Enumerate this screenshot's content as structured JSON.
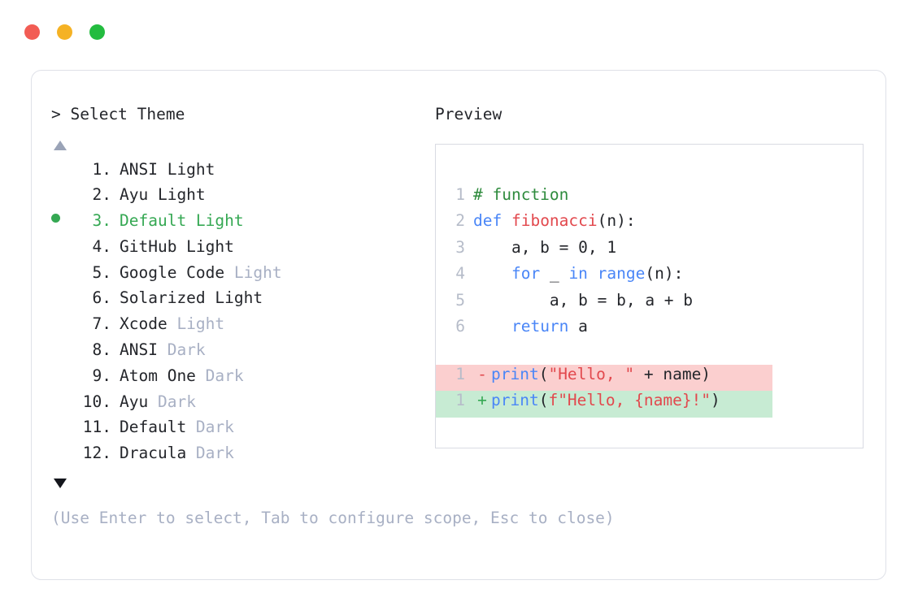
{
  "window": {
    "traffic_lights": [
      {
        "name": "close",
        "color": "#f25c54"
      },
      {
        "name": "minimize",
        "color": "#f5b224"
      },
      {
        "name": "maximize",
        "color": "#23bc3f"
      }
    ]
  },
  "left": {
    "prompt_title": "> Select Theme",
    "scroll_up_icon": "triangle-up-icon",
    "scroll_down_icon": "triangle-down-icon",
    "selected_index": 3,
    "items": [
      {
        "index": "1.",
        "name": "ANSI Light",
        "suffix": "",
        "selected": false
      },
      {
        "index": "2.",
        "name": "Ayu Light",
        "suffix": "",
        "selected": false
      },
      {
        "index": "3.",
        "name": "Default Light",
        "suffix": "",
        "selected": true
      },
      {
        "index": "4.",
        "name": "GitHub Light",
        "suffix": "",
        "selected": false
      },
      {
        "index": "5.",
        "name": "Google Code",
        "suffix": " Light",
        "selected": false
      },
      {
        "index": "6.",
        "name": "Solarized Light",
        "suffix": "",
        "selected": false
      },
      {
        "index": "7.",
        "name": "Xcode",
        "suffix": " Light",
        "selected": false
      },
      {
        "index": "8.",
        "name": "ANSI",
        "suffix": " Dark",
        "selected": false
      },
      {
        "index": "9.",
        "name": "Atom One",
        "suffix": " Dark",
        "selected": false
      },
      {
        "index": "10.",
        "name": "Ayu",
        "suffix": " Dark",
        "selected": false
      },
      {
        "index": "11.",
        "name": "Default",
        "suffix": " Dark",
        "selected": false
      },
      {
        "index": "12.",
        "name": "Dracula",
        "suffix": " Dark",
        "selected": false
      }
    ]
  },
  "right": {
    "preview_title": "Preview",
    "code_lines": [
      {
        "no": "1",
        "tokens": [
          {
            "t": "# function",
            "c": "comment"
          }
        ]
      },
      {
        "no": "2",
        "tokens": [
          {
            "t": "def ",
            "c": "kw"
          },
          {
            "t": "fibonacci",
            "c": "fn"
          },
          {
            "t": "(n):",
            "c": "plain"
          }
        ]
      },
      {
        "no": "3",
        "tokens": [
          {
            "t": "    a, b = 0, 1",
            "c": "plain"
          }
        ]
      },
      {
        "no": "4",
        "tokens": [
          {
            "t": "    ",
            "c": "plain"
          },
          {
            "t": "for",
            "c": "kw"
          },
          {
            "t": " _ ",
            "c": "plain"
          },
          {
            "t": "in range",
            "c": "kw"
          },
          {
            "t": "(n):",
            "c": "plain"
          }
        ]
      },
      {
        "no": "5",
        "tokens": [
          {
            "t": "        a, b = b, a + b",
            "c": "plain"
          }
        ]
      },
      {
        "no": "6",
        "tokens": [
          {
            "t": "    ",
            "c": "plain"
          },
          {
            "t": "return",
            "c": "kw"
          },
          {
            "t": " a",
            "c": "plain"
          }
        ]
      }
    ],
    "diff_lines": [
      {
        "no": "1",
        "mark": "-",
        "kind": "del",
        "tokens": [
          {
            "t": "print",
            "c": "kw"
          },
          {
            "t": "(",
            "c": "plain"
          },
          {
            "t": "\"Hello, \"",
            "c": "str"
          },
          {
            "t": " + name)",
            "c": "plain"
          }
        ]
      },
      {
        "no": "1",
        "mark": "+",
        "kind": "add",
        "tokens": [
          {
            "t": "print",
            "c": "kw"
          },
          {
            "t": "(",
            "c": "plain"
          },
          {
            "t": "f\"Hello, {name}!\"",
            "c": "str"
          },
          {
            "t": ")",
            "c": "plain"
          }
        ]
      }
    ]
  },
  "footer": {
    "hint": "(Use Enter to select, Tab to configure scope, Esc to close)"
  },
  "colors": {
    "accent_green": "#35a853",
    "dim_text": "#a8b0c4",
    "body_text": "#24262b",
    "diff_del_bg": "#fbcfcf",
    "diff_add_bg": "#c7ebd3"
  }
}
